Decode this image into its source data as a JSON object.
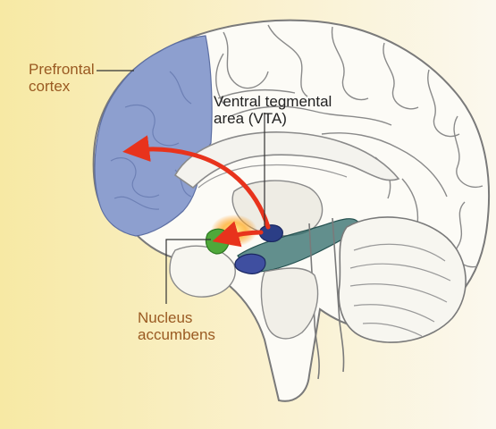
{
  "labels": {
    "prefrontal": {
      "line1": "Prefrontal",
      "line2": "cortex"
    },
    "vta": {
      "line1": "Ventral tegmental",
      "line2": "area (VTA)"
    },
    "accumbens": {
      "line1": "Nucleus",
      "line2": "accumbens"
    }
  },
  "colors": {
    "background_left": "#f7e9a4",
    "background_right": "#fbf8ee",
    "cortex_highlight": "#8d9fcf",
    "label_text": "#9a5a22",
    "vta_label_text": "#222222",
    "pathway_arrow": "#e8331c",
    "nucleus_accumbens": "#4fa83a",
    "vta": "#2b3e86",
    "brainstem_tint": "#2f6b6a",
    "outline": "#7a7a7a"
  }
}
